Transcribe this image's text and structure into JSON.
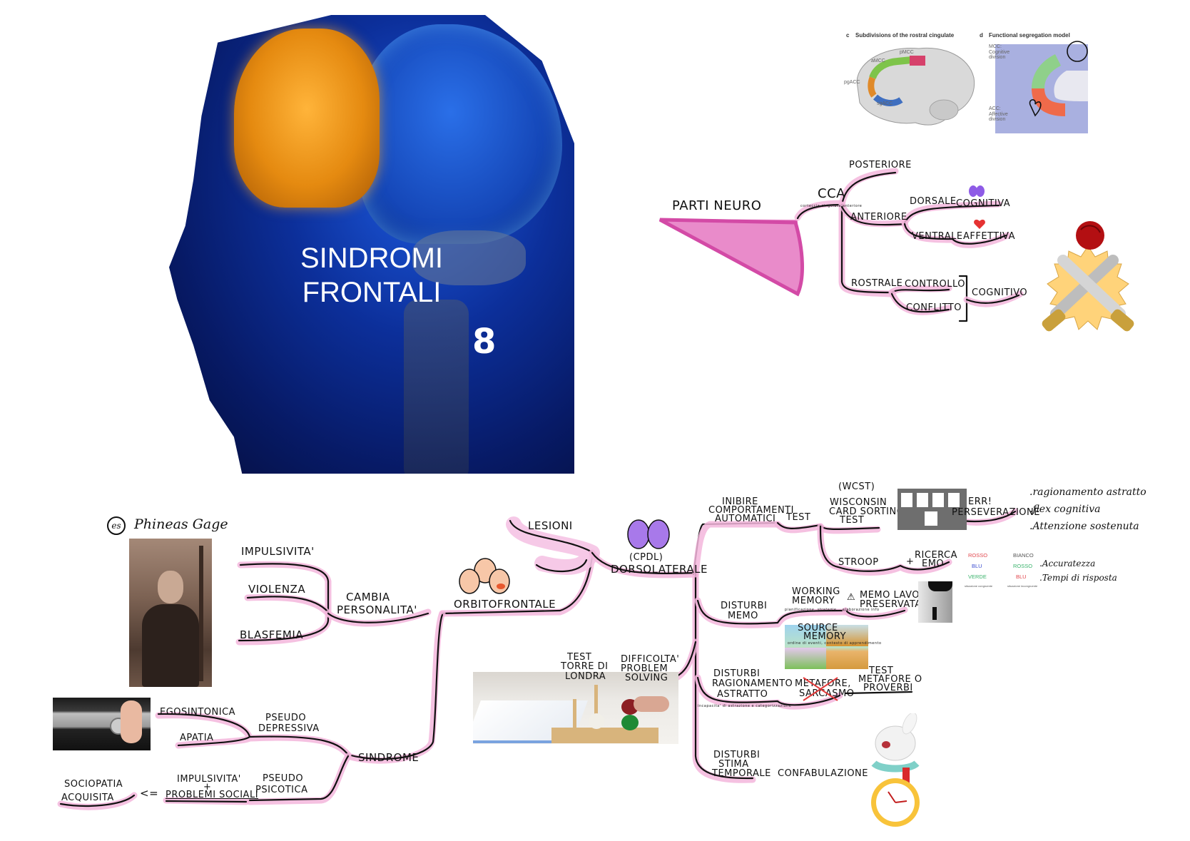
{
  "cover": {
    "title_line1": "SINDROMI",
    "title_line2": "FRONTALI",
    "number": "8"
  },
  "cingulate_figure": {
    "panel_c_label": "c",
    "panel_c_title": "Subdivisions of the rostral cingulate",
    "panel_c_regions": [
      "pMCC",
      "aMCC",
      "pgACC",
      "sgACC"
    ],
    "panel_d_label": "d",
    "panel_d_title": "Functional segregation model",
    "panel_d_mcc": [
      "MCC:",
      "Cognitive",
      "division"
    ],
    "panel_d_acc": [
      "ACC:",
      "Affective",
      "division"
    ],
    "colors": {
      "pMCC": "#d6416b",
      "aMCC": "#7ec44a",
      "pgACC": "#e08a2a",
      "sgACC": "#3f6fc0",
      "mcc_band": "#8fd08a",
      "acc_band": "#ef6a4a",
      "bg": "#a9b0e0"
    }
  },
  "parti_neuro": {
    "root": "PARTI NEURO",
    "cca": "CCA",
    "cca_note": "corteccia cingolata anteriore",
    "posteriore": "POSTERIORE",
    "anteriore": "ANTERIORE",
    "dorsale": "DORSALE",
    "cognitiva": "COGNITIVA",
    "ventrale": "VENTRALE",
    "affettiva": "AFFETTIVA",
    "rostrale": "ROSTRALE",
    "controllo": "CONTROLLO",
    "conflitto": "CONFLITTO",
    "cognitivo": "COGNITIVO"
  },
  "phineas": {
    "es_badge": "es",
    "name": "Phineas Gage"
  },
  "personality": {
    "impulsivita": "IMPULSIVITA'",
    "violenza": "VIOLENZA",
    "blasfemia": "BLASFEMIA",
    "cambia": "CAMBIA",
    "personalita": "PERSONALITA'"
  },
  "lesioni": {
    "label": "LESIONI",
    "orbitofrontale": "ORBITOFRONTALE",
    "cpdl": "(CPDL)",
    "dorsolaterale": "DORSOLATERALE"
  },
  "sindrome": {
    "label": "SINDROME",
    "pseudo_depressiva_1": "PSEUDO",
    "pseudo_depressiva_2": "DEPRESSIVA",
    "egosintonica": "EGOSINTONICA",
    "apatia": "APATIA",
    "pseudo_psicotica_1": "PSEUDO",
    "pseudo_psicotica_2": "PSICOTICA",
    "impulsivita": "IMPULSIVITA'",
    "plus": "+",
    "problemi_sociali": "PROBLEMI SOCIALI",
    "arrow": "<=",
    "sociopatia_1": "SOCIOPATIA",
    "sociopatia_2": "ACQUISITA"
  },
  "dorsolaterale_branches": {
    "inibire_1": "INIBIRE",
    "inibire_2": "COMPORTAMENTI",
    "inibire_3": "AUTOMATICI",
    "test": "TEST",
    "wcst": "(WCST)",
    "wisconsin_1": "WISCONSIN",
    "wisconsin_2": "CARD SORTING",
    "wisconsin_3": "TEST",
    "err": "ERR!",
    "perseverazione": "PERSEVERAZIONE",
    "wcst_measures": [
      ".ragionamento astratto",
      ".flex cognitiva",
      ".Attenzione sostenuta"
    ],
    "stroop": "STROOP",
    "plus": "+",
    "ricerca_1": "RICERCA",
    "ricerca_2": "EMO",
    "stroop_congruent": [
      "ROSSO",
      "BLU",
      "VERDE"
    ],
    "stroop_incongruent": [
      "BIANCO",
      "ROSSO",
      "BLU"
    ],
    "stroop_congruent_caption": "situazione congruente",
    "stroop_incongruent_caption": "situazione incongruente",
    "stroop_measures": [
      ".Accuratezza",
      ".Tempi di risposta"
    ],
    "disturbi_memo_1": "DISTURBI",
    "disturbi_memo_2": "MEMO",
    "working_1": "WORKING",
    "working_2": "MEMORY",
    "working_note": "pianificazione, strategie... elaborazione info",
    "memo_lavoro_1": "MEMO LAVORO",
    "memo_lavoro_2": "PRESERVATA",
    "warning_glyph": "⚠",
    "source_1": "SOURCE",
    "source_2": "MEMORY",
    "source_note": "ordine di eventi, contesto di apprendimento",
    "disturbi_rag_1": "DISTURBI",
    "disturbi_rag_2": "RAGIONAMENTO",
    "disturbi_rag_3": "ASTRATTO",
    "disturbi_rag_note": "incapacita' di astrazione e categorizzazione",
    "metafore": "METAFORE,",
    "sarcasmo": "SARCASMO",
    "test_metafore_1": "TEST",
    "test_metafore_2": "METAFORE o",
    "test_metafore_3": "PROVERBI",
    "disturbi_stima_1": "DISTURBI",
    "disturbi_stima_2": "STIMA",
    "disturbi_stima_3": "TEMPORALE",
    "confabulazione": "CONFABULAZIONE",
    "test_torre_1": "TEST",
    "test_torre_2": "TORRE di",
    "test_torre_3": "LONDRA",
    "difficolta_1": "DIFFICOLTA'",
    "difficolta_2": "PROBLEM",
    "difficolta_3": "SOLVING"
  },
  "colors": {
    "highlight_pink": "#f3b6dc",
    "strong_pink": "#e57bc3",
    "ink": "#111111",
    "brain_blue": "#0c2f9a",
    "frontal_orange": "#e58a10"
  }
}
